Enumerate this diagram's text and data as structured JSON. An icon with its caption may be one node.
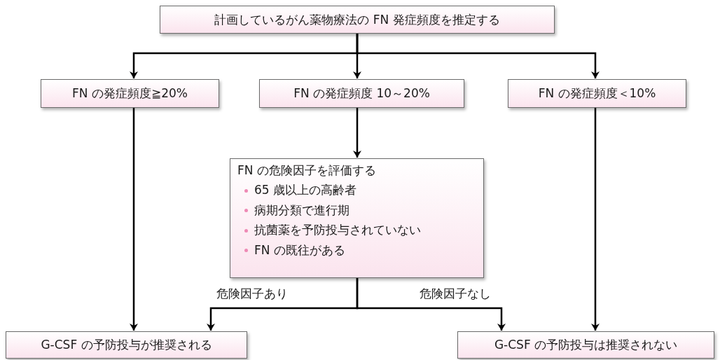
{
  "diagram": {
    "nodes": [
      {
        "text": [
          "計画しているがん薬物療法の FN 発症頻度を推定する"
        ]
      },
      {
        "text": [
          "FN の発症頻度≧20%"
        ]
      },
      {
        "text": [
          "FN の発症頻度 10～20%"
        ]
      },
      {
        "text": [
          "FN の発症頻度＜10%"
        ]
      },
      {
        "text": [
          "FN の危険因子を評価する",
          "65 歳以上の高齢者",
          "病期分類で進行期",
          "抗菌薬を予防投与されていない",
          "FN の既往がある"
        ]
      },
      {
        "text": [
          "G-CSF の予防投与が推奨される"
        ]
      },
      {
        "text": [
          "G-CSF の予防投与は推奨されない"
        ]
      }
    ],
    "edges": [
      {
        "from": 0,
        "to": 1,
        "arrow": "to"
      },
      {
        "from": 0,
        "to": 2,
        "arrow": "to"
      },
      {
        "from": 0,
        "to": 3,
        "arrow": "to"
      },
      {
        "from": 1,
        "to": 5,
        "arrow": "to"
      },
      {
        "from": 2,
        "to": 4,
        "arrow": "to"
      },
      {
        "from": 3,
        "to": 6,
        "arrow": "to"
      },
      {
        "from": 4,
        "to": 5,
        "arrow": "to",
        "label": "危険因子あり"
      },
      {
        "from": 4,
        "to": 6,
        "arrow": "to",
        "label": "危険因子なし"
      }
    ]
  }
}
